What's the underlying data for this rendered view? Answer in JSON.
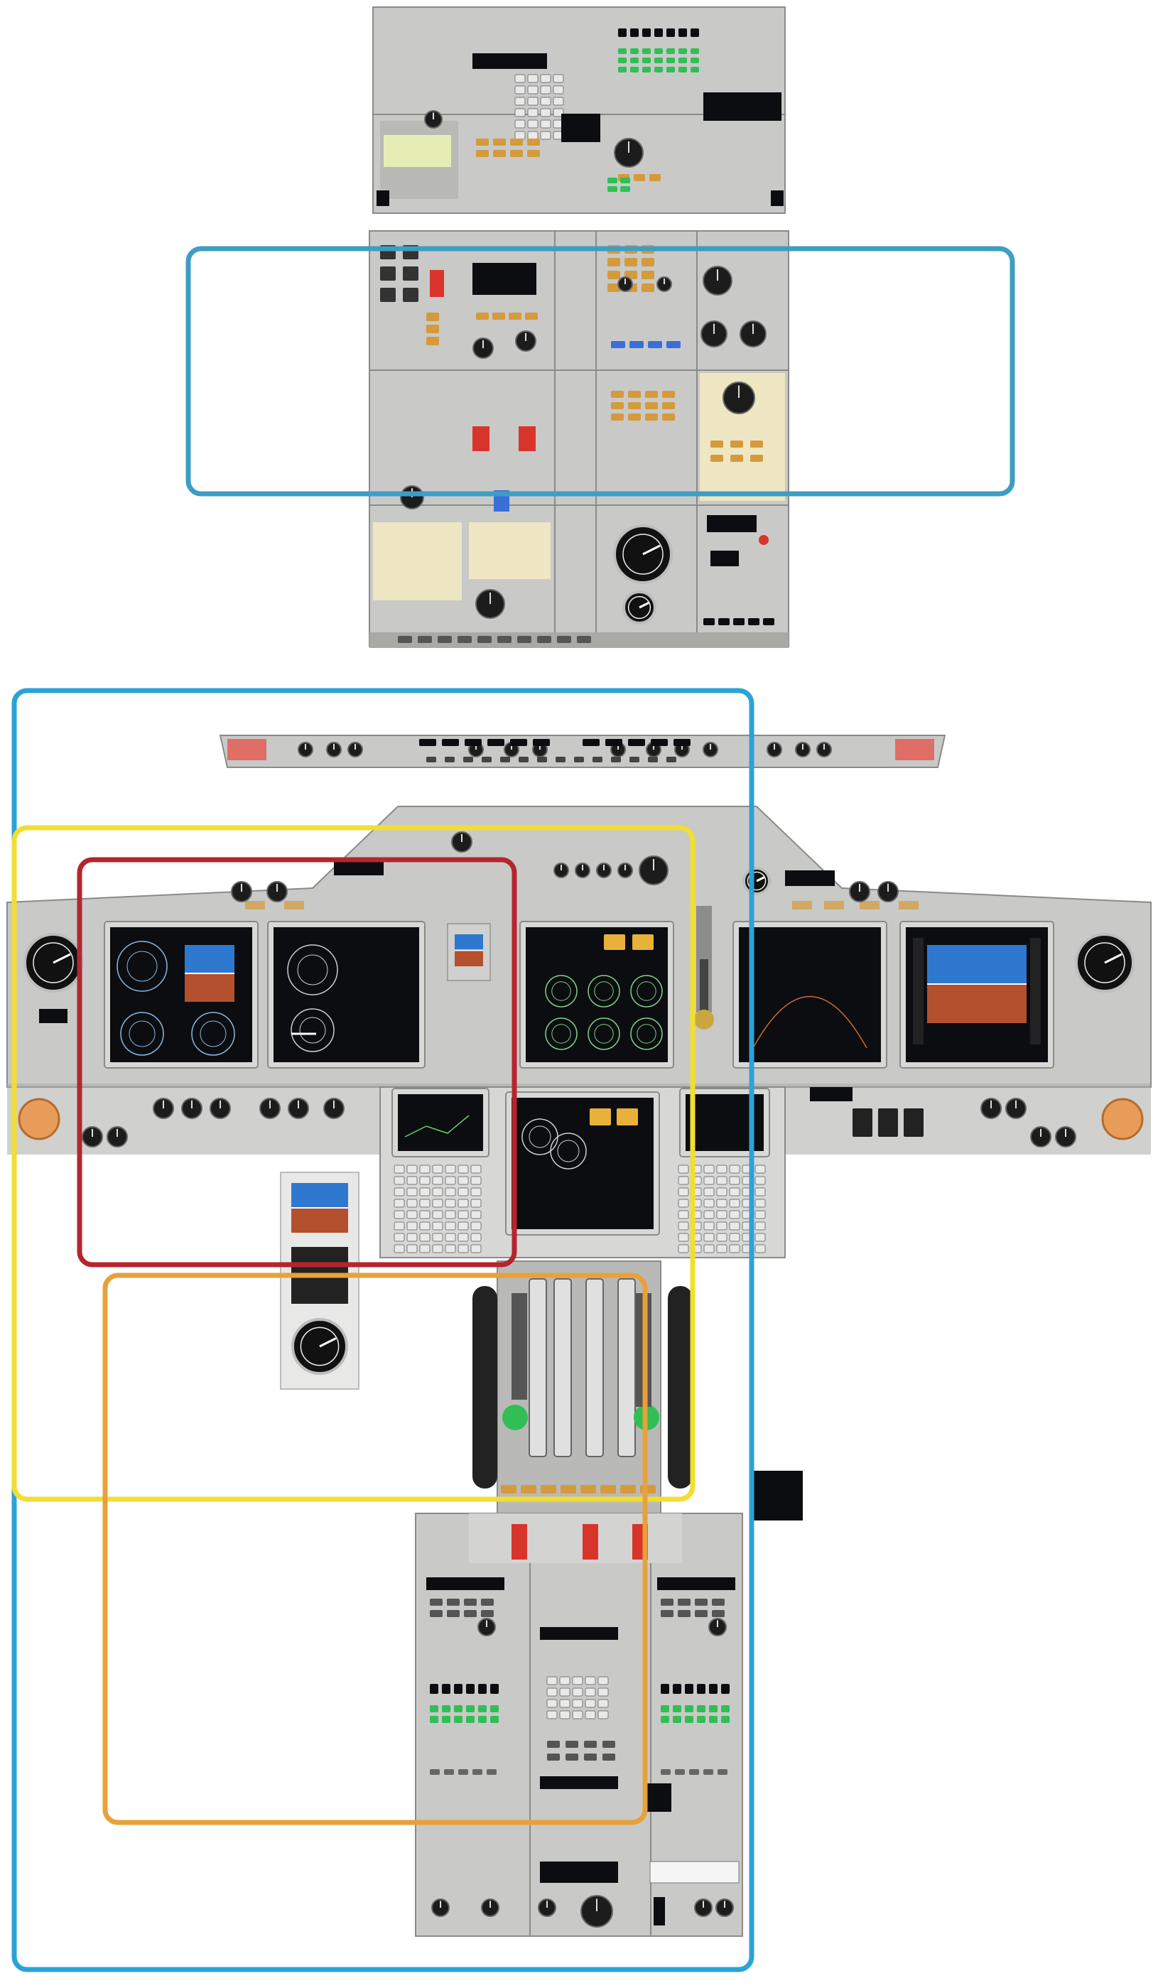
{
  "colors": {
    "panel": "#c9c9c7",
    "panel_dark": "#a9a9a6",
    "panel_line": "#8a8a88",
    "screen": "#0b0d10",
    "attitude_sky": "#2f78d0",
    "attitude_ground": "#b5502f",
    "gauge_face": "#111111",
    "knob": "#1c1c1c",
    "light_amber": "#d49a3b",
    "light_red": "#d9342b",
    "light_green": "#2fbf55",
    "light_blue": "#3a6fd8",
    "cream_panel": "#efe6c4",
    "outline_blue": "#2aa3d8",
    "outline_yellow": "#f2dd34",
    "outline_red": "#b3262e",
    "outline_orange": "#e8a13a",
    "outline_teal": "#3f9dc4"
  },
  "highlight_regions": [
    {
      "name": "region-outline-blue",
      "color_key": "outline_blue"
    },
    {
      "name": "region-outline-yellow",
      "color_key": "outline_yellow"
    },
    {
      "name": "region-outline-red",
      "color_key": "outline_red"
    },
    {
      "name": "region-outline-orange",
      "color_key": "outline_orange"
    },
    {
      "name": "region-outline-teal",
      "color_key": "outline_teal"
    }
  ],
  "icons": [
    "knob-icon",
    "gauge-icon",
    "switch-icon",
    "annunciator-light-icon",
    "display-screen-icon",
    "keypad-icon",
    "throttle-lever-icon",
    "trim-wheel-icon"
  ]
}
